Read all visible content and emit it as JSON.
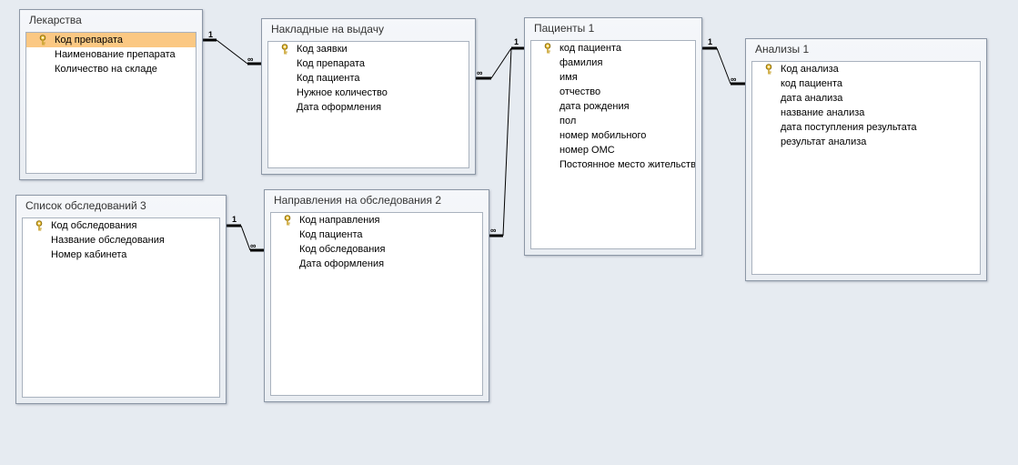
{
  "tables": {
    "lekarstva": {
      "title": "Лекарства",
      "fields": [
        "Код препарата",
        "Наименование препарата",
        "Количество на складе"
      ]
    },
    "nakladnye": {
      "title": "Накладные на выдачу",
      "fields": [
        "Код заявки",
        "Код препарата",
        "Код пациента",
        "Нужное количество",
        "Дата оформления"
      ]
    },
    "pacienty": {
      "title": "Пациенты 1",
      "fields": [
        "код пациента",
        "фамилия",
        "имя",
        "отчество",
        "дата рождения",
        "пол",
        "номер мобильного",
        "номер ОМС",
        "Постоянное место жительства"
      ]
    },
    "analizy": {
      "title": "Анализы 1",
      "fields": [
        "Код анализа",
        "код пациента",
        "дата анализа",
        "название анализа",
        "дата поступления результата",
        "результат анализа"
      ]
    },
    "spisok": {
      "title": "Список обследований 3",
      "fields": [
        "Код обследования",
        "Название обследования",
        "Номер кабинета"
      ]
    },
    "napravleniya": {
      "title": "Направления на обследования 2",
      "fields": [
        "Код направления",
        "Код пациента",
        "Код обследования",
        "Дата оформления"
      ]
    }
  },
  "relationships": [
    {
      "one": "1",
      "many": "∞"
    },
    {
      "one": "1",
      "many": "∞"
    },
    {
      "one": "1",
      "many": "∞"
    },
    {
      "one": "1",
      "many": "∞"
    },
    {
      "one": "1",
      "many": "∞"
    }
  ]
}
